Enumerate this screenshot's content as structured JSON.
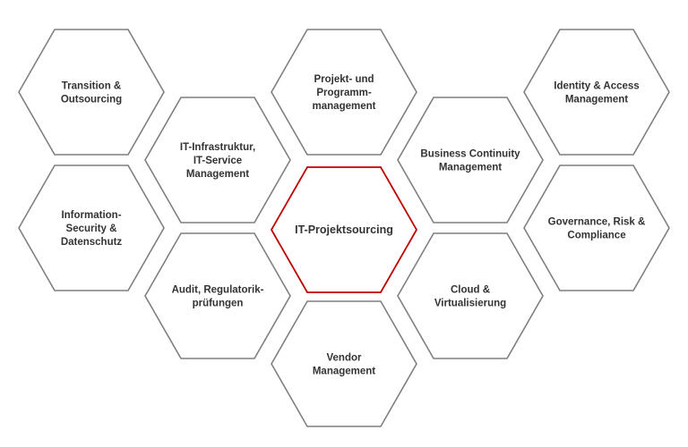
{
  "diagram": {
    "hexagons": [
      {
        "id": "transition-outsourcing",
        "lines": [
          "Transition &",
          "Outsourcing"
        ],
        "highlight": false
      },
      {
        "id": "projekt-programm",
        "lines": [
          "Projekt- und",
          "Programm-",
          "management"
        ],
        "highlight": false
      },
      {
        "id": "identity-access",
        "lines": [
          "Identity & Access",
          "Management"
        ],
        "highlight": false
      },
      {
        "id": "it-infrastruktur",
        "lines": [
          "IT-Infrastruktur,",
          "IT-Service",
          "Management"
        ],
        "highlight": false
      },
      {
        "id": "business-continuity",
        "lines": [
          "Business Continuity",
          "Management"
        ],
        "highlight": false
      },
      {
        "id": "information-security",
        "lines": [
          "Information-",
          "Security &",
          "Datenschutz"
        ],
        "highlight": false
      },
      {
        "id": "it-projektsourcing",
        "lines": [
          "IT-Projektsourcing"
        ],
        "highlight": true
      },
      {
        "id": "governance-risk",
        "lines": [
          "Governance, Risk &",
          "Compliance"
        ],
        "highlight": false
      },
      {
        "id": "audit-regulatorik",
        "lines": [
          "Audit, Regulatorik-",
          "prüfungen"
        ],
        "highlight": false
      },
      {
        "id": "cloud-virtualisierung",
        "lines": [
          "Cloud &",
          "Virtualisierung"
        ],
        "highlight": false
      },
      {
        "id": "vendor-management",
        "lines": [
          "Vendor",
          "Management"
        ],
        "highlight": false
      }
    ]
  }
}
